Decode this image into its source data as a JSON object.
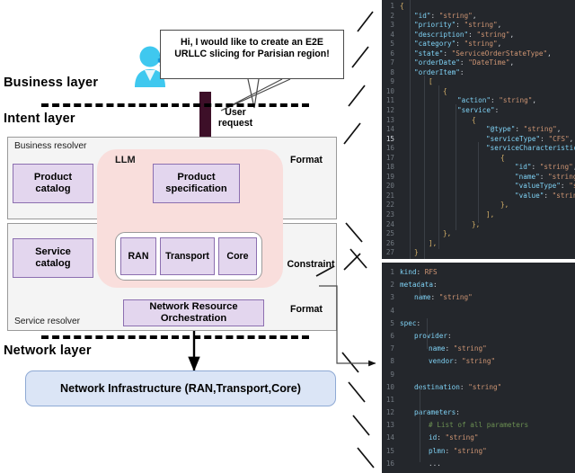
{
  "diagram": {
    "layers": [
      {
        "id": "business",
        "label": "Business layer"
      },
      {
        "id": "intent",
        "label": "Intent layer"
      },
      {
        "id": "network",
        "label": "Network layer"
      }
    ],
    "speech_bubble": {
      "line1": "Hi, I would like to create an E2E",
      "line2": "URLLC slicing for Parisian region!"
    },
    "user_request_caption": {
      "line1": "User",
      "line2": "request"
    },
    "avatar_icon": "user-with-gear-icon",
    "business_resolver": {
      "title": "Business resolver",
      "catalog_box": {
        "line1": "Product",
        "line2": "catalog"
      },
      "spec_box": {
        "line1": "Product",
        "line2": "specification"
      },
      "format_caption": "Format",
      "format_icon": "green-folder-database-icon"
    },
    "service_resolver": {
      "title": "Service resolver",
      "catalog_box": {
        "line1": "Service",
        "line2": "catalog"
      },
      "domain_boxes": [
        {
          "label": "RAN"
        },
        {
          "label": "Transport"
        },
        {
          "label": "Core"
        }
      ],
      "orchestration_box": {
        "line1": "Network Resource",
        "line2": "Orchestration"
      },
      "constraint_caption": "Constraint",
      "constraint_icon": "shield-gear-icon",
      "format_caption": "Format",
      "format_icon": "green-folder-database-icon"
    },
    "llm_label": "LLM",
    "network_infrastructure": "Network Infrastructure (RAN,Transport,Core)",
    "colors": {
      "llm_region": "#f9dedc",
      "purple_box": "#e3d6ee",
      "purple_border": "#8c6fb0",
      "network_box": "#dbe5f6",
      "network_border": "#8ea9d4",
      "resolver_bg": "#f4f4f4",
      "arrow_dark": "#3d0f28",
      "format_icon_green": "#7aa72e",
      "avatar_cyan": "#3fc8ef"
    }
  },
  "json_panel": {
    "background": "#24272c",
    "current_line": 15,
    "lines": [
      {
        "n": 1,
        "segs": [
          {
            "t": "{",
            "c": "b"
          }
        ],
        "indent": 0
      },
      {
        "n": 2,
        "segs": [
          {
            "t": "\"id\"",
            "c": "k"
          },
          {
            "t": ": ",
            "c": "p"
          },
          {
            "t": "\"string\"",
            "c": "s"
          },
          {
            "t": ",",
            "c": "p"
          }
        ],
        "indent": 1
      },
      {
        "n": 3,
        "segs": [
          {
            "t": "\"priority\"",
            "c": "k"
          },
          {
            "t": ": ",
            "c": "p"
          },
          {
            "t": "\"string\"",
            "c": "s"
          },
          {
            "t": ",",
            "c": "p"
          }
        ],
        "indent": 1
      },
      {
        "n": 4,
        "segs": [
          {
            "t": "\"description\"",
            "c": "k"
          },
          {
            "t": ": ",
            "c": "p"
          },
          {
            "t": "\"string\"",
            "c": "s"
          },
          {
            "t": ",",
            "c": "p"
          }
        ],
        "indent": 1
      },
      {
        "n": 5,
        "segs": [
          {
            "t": "\"category\"",
            "c": "k"
          },
          {
            "t": ": ",
            "c": "p"
          },
          {
            "t": "\"string\"",
            "c": "s"
          },
          {
            "t": ",",
            "c": "p"
          }
        ],
        "indent": 1
      },
      {
        "n": 6,
        "segs": [
          {
            "t": "\"state\"",
            "c": "k"
          },
          {
            "t": ": ",
            "c": "p"
          },
          {
            "t": "\"ServiceOrderStateType\"",
            "c": "s"
          },
          {
            "t": ",",
            "c": "p"
          }
        ],
        "indent": 1
      },
      {
        "n": 7,
        "segs": [
          {
            "t": "\"orderDate\"",
            "c": "k"
          },
          {
            "t": ": ",
            "c": "p"
          },
          {
            "t": "\"DateTime\"",
            "c": "s"
          },
          {
            "t": ",",
            "c": "p"
          }
        ],
        "indent": 1
      },
      {
        "n": 8,
        "segs": [
          {
            "t": "\"orderItem\"",
            "c": "k"
          },
          {
            "t": ":",
            "c": "p"
          }
        ],
        "indent": 1
      },
      {
        "n": 9,
        "segs": [
          {
            "t": "[",
            "c": "b"
          }
        ],
        "indent": 2
      },
      {
        "n": 10,
        "segs": [
          {
            "t": "{",
            "c": "b"
          }
        ],
        "indent": 3
      },
      {
        "n": 11,
        "segs": [
          {
            "t": "\"action\"",
            "c": "k"
          },
          {
            "t": ": ",
            "c": "p"
          },
          {
            "t": "\"string\"",
            "c": "s"
          },
          {
            "t": ",",
            "c": "p"
          }
        ],
        "indent": 4
      },
      {
        "n": 12,
        "segs": [
          {
            "t": "\"service\"",
            "c": "k"
          },
          {
            "t": ":",
            "c": "p"
          }
        ],
        "indent": 4
      },
      {
        "n": 13,
        "segs": [
          {
            "t": "{",
            "c": "b"
          }
        ],
        "indent": 5
      },
      {
        "n": 14,
        "segs": [
          {
            "t": "\"@type\"",
            "c": "k"
          },
          {
            "t": ": ",
            "c": "p"
          },
          {
            "t": "\"string\"",
            "c": "s"
          },
          {
            "t": ",",
            "c": "p"
          }
        ],
        "indent": 6
      },
      {
        "n": 15,
        "segs": [
          {
            "t": "\"serviceType\"",
            "c": "k"
          },
          {
            "t": ": ",
            "c": "p"
          },
          {
            "t": "\"CFS\"",
            "c": "s"
          },
          {
            "t": ",",
            "c": "p"
          }
        ],
        "indent": 6
      },
      {
        "n": 16,
        "segs": [
          {
            "t": "\"serviceCharacteristic\"",
            "c": "k"
          },
          {
            "t": ": ",
            "c": "p"
          },
          {
            "t": "[",
            "c": "b"
          }
        ],
        "indent": 6
      },
      {
        "n": 17,
        "segs": [
          {
            "t": "{",
            "c": "b"
          }
        ],
        "indent": 7
      },
      {
        "n": 18,
        "segs": [
          {
            "t": "\"id\"",
            "c": "k"
          },
          {
            "t": ": ",
            "c": "p"
          },
          {
            "t": "\"string\"",
            "c": "s"
          },
          {
            "t": ",",
            "c": "p"
          }
        ],
        "indent": 8
      },
      {
        "n": 19,
        "segs": [
          {
            "t": "\"name\"",
            "c": "k"
          },
          {
            "t": ": ",
            "c": "p"
          },
          {
            "t": "\"string\"",
            "c": "s"
          },
          {
            "t": ",",
            "c": "p"
          }
        ],
        "indent": 8
      },
      {
        "n": 20,
        "segs": [
          {
            "t": "\"valueType\"",
            "c": "k"
          },
          {
            "t": ": ",
            "c": "p"
          },
          {
            "t": "\"string\"",
            "c": "s"
          },
          {
            "t": ",",
            "c": "p"
          }
        ],
        "indent": 8
      },
      {
        "n": 21,
        "segs": [
          {
            "t": "\"value\"",
            "c": "k"
          },
          {
            "t": ": ",
            "c": "p"
          },
          {
            "t": "\"string\"",
            "c": "s"
          },
          {
            "t": ",",
            "c": "p"
          }
        ],
        "indent": 8
      },
      {
        "n": 22,
        "segs": [
          {
            "t": "},",
            "c": "b"
          }
        ],
        "indent": 7
      },
      {
        "n": 23,
        "segs": [
          {
            "t": "],",
            "c": "b"
          }
        ],
        "indent": 6
      },
      {
        "n": 24,
        "segs": [
          {
            "t": "},",
            "c": "b"
          }
        ],
        "indent": 5
      },
      {
        "n": 25,
        "segs": [
          {
            "t": "},",
            "c": "b"
          }
        ],
        "indent": 3
      },
      {
        "n": 26,
        "segs": [
          {
            "t": "],",
            "c": "b"
          }
        ],
        "indent": 2
      },
      {
        "n": 27,
        "segs": [
          {
            "t": "}",
            "c": "b"
          }
        ],
        "indent": 1
      }
    ]
  },
  "yaml_panel": {
    "background": "#24272c",
    "lines": [
      {
        "n": 1,
        "segs": [
          {
            "t": "kind",
            "c": "k"
          },
          {
            "t": ": ",
            "c": "p"
          },
          {
            "t": "RFS",
            "c": "s"
          }
        ],
        "indent": 0
      },
      {
        "n": 2,
        "segs": [
          {
            "t": "metadata",
            "c": "k"
          },
          {
            "t": ":",
            "c": "p"
          }
        ],
        "indent": 0
      },
      {
        "n": 3,
        "segs": [
          {
            "t": "name",
            "c": "k"
          },
          {
            "t": ": ",
            "c": "p"
          },
          {
            "t": "\"string\"",
            "c": "s"
          }
        ],
        "indent": 1
      },
      {
        "n": 4,
        "segs": [],
        "indent": 0
      },
      {
        "n": 5,
        "segs": [
          {
            "t": "spec",
            "c": "k"
          },
          {
            "t": ":",
            "c": "p"
          }
        ],
        "indent": 0
      },
      {
        "n": 6,
        "segs": [
          {
            "t": "provider",
            "c": "k"
          },
          {
            "t": ":",
            "c": "p"
          }
        ],
        "indent": 1
      },
      {
        "n": 7,
        "segs": [
          {
            "t": "name",
            "c": "k"
          },
          {
            "t": ": ",
            "c": "p"
          },
          {
            "t": "\"string\"",
            "c": "s"
          }
        ],
        "indent": 2
      },
      {
        "n": 8,
        "segs": [
          {
            "t": "vendor",
            "c": "k"
          },
          {
            "t": ": ",
            "c": "p"
          },
          {
            "t": "\"string\"",
            "c": "s"
          }
        ],
        "indent": 2
      },
      {
        "n": 9,
        "segs": [],
        "indent": 0
      },
      {
        "n": 10,
        "segs": [
          {
            "t": "destination",
            "c": "k"
          },
          {
            "t": ": ",
            "c": "p"
          },
          {
            "t": "\"string\"",
            "c": "s"
          }
        ],
        "indent": 1
      },
      {
        "n": 11,
        "segs": [],
        "indent": 0
      },
      {
        "n": 12,
        "segs": [
          {
            "t": "parameters",
            "c": "k"
          },
          {
            "t": ":",
            "c": "p"
          }
        ],
        "indent": 1
      },
      {
        "n": 13,
        "segs": [
          {
            "t": "# List of all parameters",
            "c": "c"
          }
        ],
        "indent": 2
      },
      {
        "n": 14,
        "segs": [
          {
            "t": "id",
            "c": "k"
          },
          {
            "t": ": ",
            "c": "p"
          },
          {
            "t": "\"string\"",
            "c": "s"
          }
        ],
        "indent": 2
      },
      {
        "n": 15,
        "segs": [
          {
            "t": "plmn",
            "c": "k"
          },
          {
            "t": ": ",
            "c": "p"
          },
          {
            "t": "\"string\"",
            "c": "s"
          }
        ],
        "indent": 2
      },
      {
        "n": 16,
        "segs": [
          {
            "t": "...",
            "c": "p"
          }
        ],
        "indent": 2
      }
    ]
  }
}
